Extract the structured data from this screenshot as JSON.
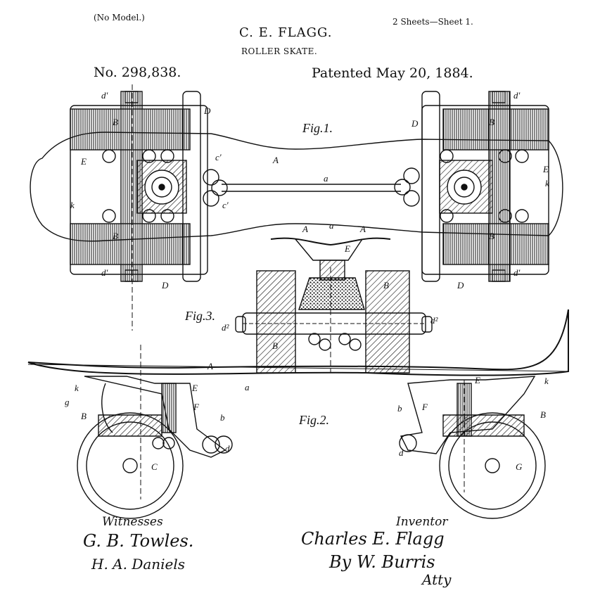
{
  "header": {
    "no_model": "(No Model.)",
    "sheets": "2 Sheets—Sheet 1.",
    "inventor_name": "C. E. FLAGG.",
    "invention": "ROLLER SKATE.",
    "patent_number": "No. 298,838.",
    "patent_date": "Patented May 20, 1884."
  },
  "figures": {
    "fig1": "Fig.1.",
    "fig2": "Fig.2.",
    "fig3": "Fig.3."
  },
  "signatures": {
    "witnesses_label": "Witnesses",
    "witness_1": "G. B. Towles.",
    "witness_2": "H. A. Daniels",
    "inventor_label": "Inventor",
    "inventor_signature": "Charles E. Flagg",
    "by_attorney": "By W. Burris",
    "attorney_abbrev": "Atty"
  },
  "colors": {
    "ink": "#111111",
    "paper": "#ffffff"
  }
}
